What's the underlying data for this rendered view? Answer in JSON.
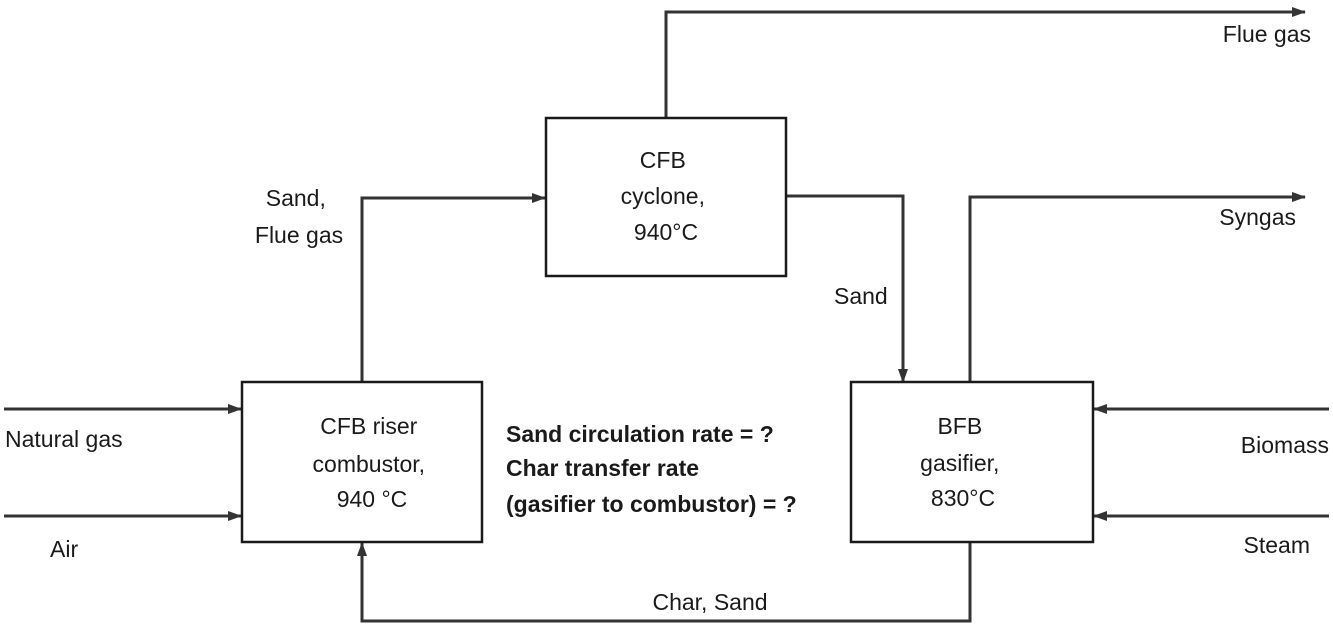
{
  "nodes": {
    "cyclone": {
      "lines": [
        "CFB",
        "cyclone,",
        "940°C"
      ]
    },
    "combustor": {
      "lines": [
        "CFB riser",
        "combustor,",
        "940 °C"
      ]
    },
    "gasifier": {
      "lines": [
        "BFB",
        "gasifier,",
        "830°C"
      ]
    }
  },
  "streams": {
    "flue_gas_out": "Flue gas",
    "sand_flue_gas": [
      "Sand,",
      "Flue gas"
    ],
    "syngas": "Syngas",
    "sand_down": "Sand",
    "natural_gas": "Natural gas",
    "air": "Air",
    "biomass": "Biomass",
    "steam": "Steam",
    "char_sand": "Char, Sand"
  },
  "questions": [
    "Sand circulation rate = ?",
    "Char transfer rate",
    "(gasifier to combustor) = ?"
  ],
  "colors": {
    "line": "#333333",
    "text": "#1a1a1a"
  }
}
